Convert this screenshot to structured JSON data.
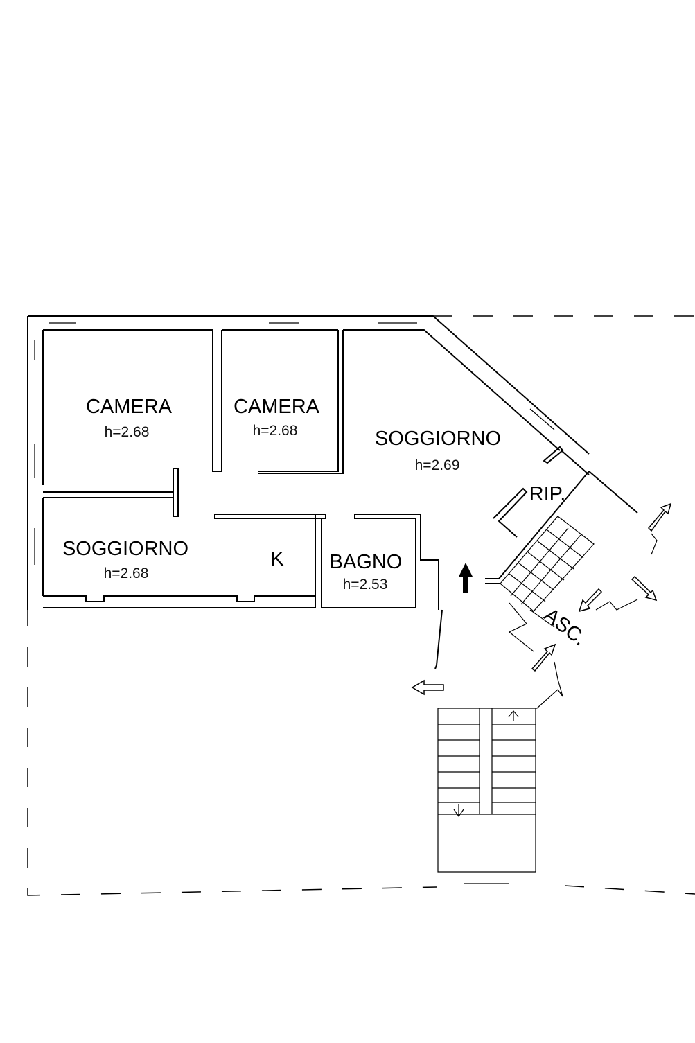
{
  "rooms": [
    {
      "name": "CAMERA",
      "height": "h=2.68"
    },
    {
      "name": "CAMERA",
      "height": "h=2.68"
    },
    {
      "name": "SOGGIORNO",
      "height": "h=2.69"
    },
    {
      "name": "SOGGIORNO",
      "height": "h=2.68"
    },
    {
      "name": "BAGNO",
      "height": "h=2.53"
    }
  ],
  "labels": {
    "kitchen": "K",
    "storage": "RIP.",
    "elevator": "ASC."
  }
}
